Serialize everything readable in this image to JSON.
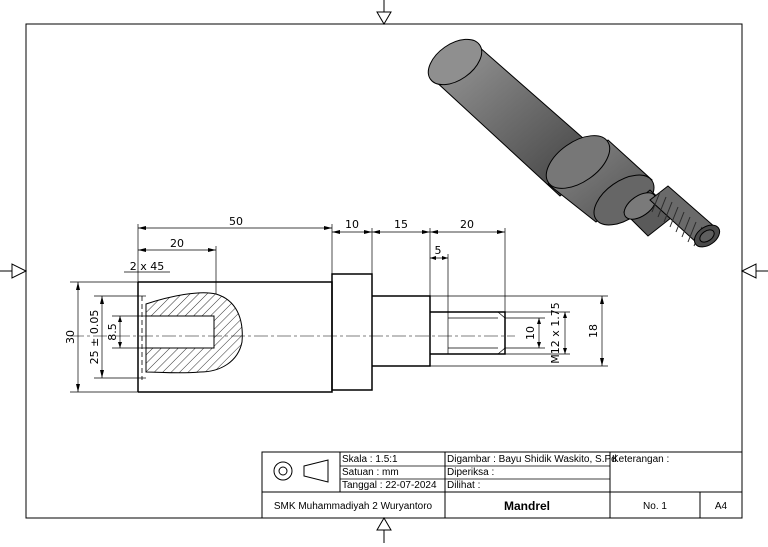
{
  "dimensions": {
    "d50": "50",
    "d20_top": "20",
    "d10": "10",
    "d15": "15",
    "d20_right": "20",
    "d5": "5",
    "chamfer": "2 x 45",
    "d30": "30",
    "d25": "25 ± 0.05",
    "d8_5": "8.5",
    "d10_thread": "10",
    "m12": "M12 x 1.75",
    "d18": "18"
  },
  "title_block": {
    "scale": "Skala : 1.5:1",
    "unit": "Satuan : mm",
    "date": "Tanggal : 22-07-2024",
    "drawn_by": "Digambar : Bayu Shidik Waskito, S.Pd",
    "checked_by": "Diperiksa :",
    "seen_by": "Dilihat :",
    "remarks": "Keterangan :",
    "school": "SMK Muhammadiyah 2 Wuryantoro",
    "part_name": "Mandrel",
    "number": "No. 1",
    "paper": "A4"
  }
}
